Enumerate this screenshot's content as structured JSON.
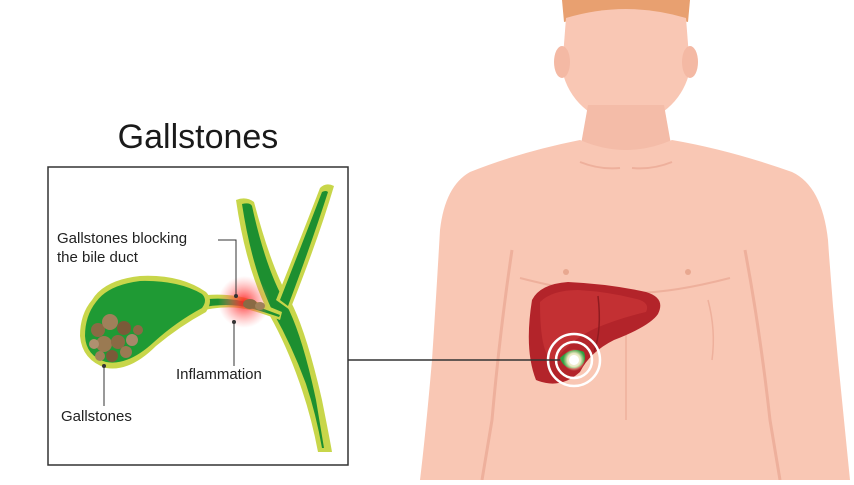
{
  "title": "Gallstones",
  "labels": {
    "blocking_line1": "Gallstones blocking",
    "blocking_line2": "the bile duct",
    "inflammation": "Inflammation",
    "gallstones": "Gallstones"
  },
  "colors": {
    "skin": "#f9c7b4",
    "skin_shadow": "#eeb09c",
    "hair": "#e8a070",
    "liver": "#b3242a",
    "liver_light": "#cf3a3a",
    "gallbladder_wall": "#c8d64a",
    "gallbladder_fill": "#1f9a34",
    "duct": "#1d8f30",
    "inflammation": "#ff3b3b",
    "stones": "#8a6a44",
    "callout_line": "#333333"
  }
}
